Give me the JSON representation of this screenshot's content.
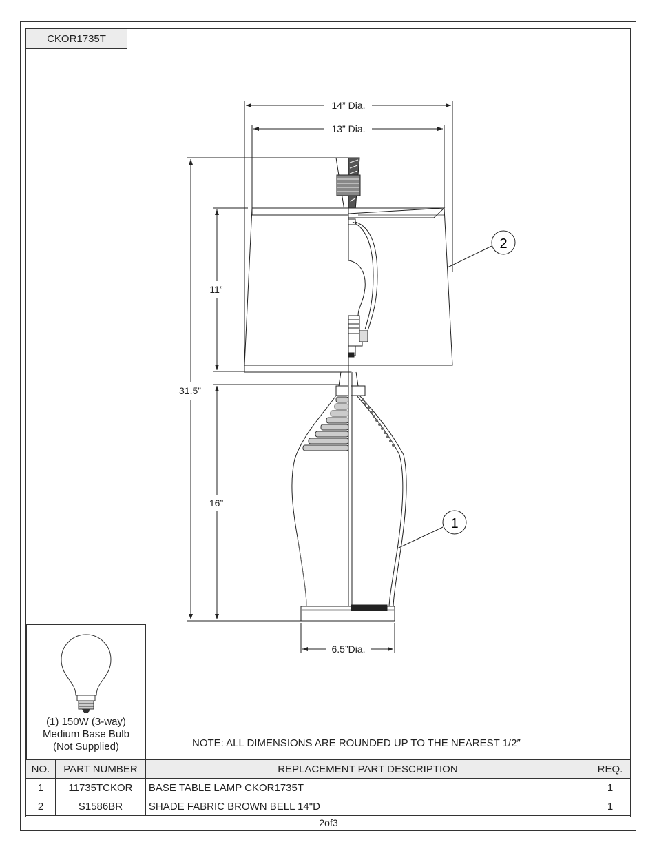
{
  "model_code": "CKOR1735T",
  "dimensions": {
    "shade_top": "14” Dia.",
    "shade_bottom": "13” Dia.",
    "shade_height": "11”",
    "overall_height": "31.5”",
    "base_height": "16”",
    "base_width": "6.5”Dia."
  },
  "callouts": [
    "1",
    "2"
  ],
  "bulb": {
    "line1": "(1) 150W (3-way)",
    "line2": "Medium Base Bulb",
    "line3": "(Not Supplied)"
  },
  "note": "NOTE:  ALL DIMENSIONS ARE ROUNDED UP TO THE NEAREST  1/2″",
  "table": {
    "headers": [
      "NO.",
      "PART NUMBER",
      "REPLACEMENT PART DESCRIPTION",
      "REQ."
    ],
    "rows": [
      [
        "1",
        "11735TCKOR",
        "BASE TABLE LAMP CKOR1735T",
        "1"
      ],
      [
        "2",
        "S1586BR",
        "SHADE FABRIC BROWN BELL 14\"D",
        "1"
      ]
    ]
  },
  "page_number": "2of3"
}
